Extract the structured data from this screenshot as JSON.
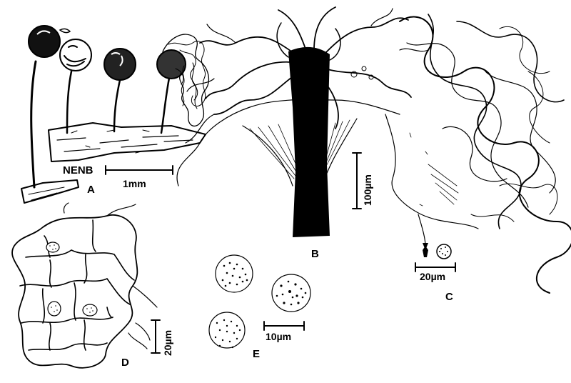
{
  "figure": {
    "panels": [
      {
        "id": "A",
        "label": "A",
        "content": "sporangia-habit"
      },
      {
        "id": "B",
        "label": "B",
        "content": "capillitium-and-stalk"
      },
      {
        "id": "C",
        "label": "C",
        "content": "spore-and-peridium-detail"
      },
      {
        "id": "D",
        "label": "D",
        "content": "peridial-cells"
      },
      {
        "id": "E",
        "label": "E",
        "content": "spores"
      }
    ],
    "specimen_tag": "NENB",
    "scale_bars": {
      "A": "1mm",
      "B": "100µm",
      "C": "20µm",
      "D": "20µm",
      "E": "10µm"
    }
  }
}
